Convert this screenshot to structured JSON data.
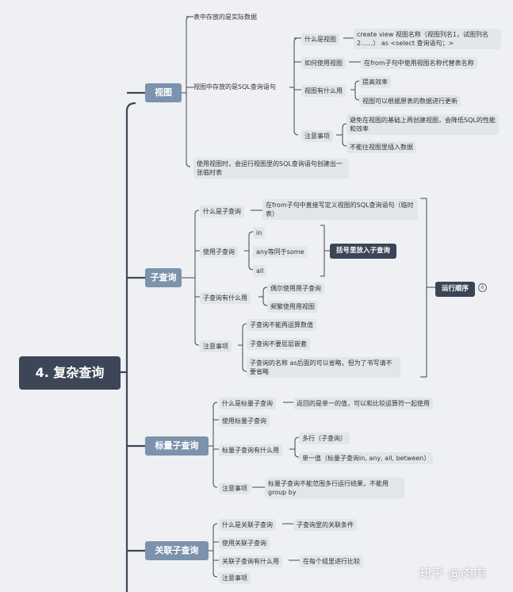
{
  "root": "4. 复杂查询",
  "branches": [
    {
      "label": "视图",
      "children": [
        {
          "label": "表中存放的是实际数据"
        },
        {
          "label": "视图中存放的是SQL查询语句",
          "children": [
            {
              "label": "什么是视图",
              "children": [
                {
                  "label": "create view 视图名称（视图列名1，试图列名2......） as <select 查询语句；>"
                }
              ]
            },
            {
              "label": "如何使用视图",
              "children": [
                {
                  "label": "在from子句中使用视图名称代替表名称"
                }
              ]
            },
            {
              "label": "视图有什么用",
              "children": [
                {
                  "label": "提高效率"
                },
                {
                  "label": "视图可以根据原表的数据进行更新"
                }
              ]
            },
            {
              "label": "注意事项",
              "children": [
                {
                  "label": "避免在视图的基础上再创建视图，会降低SQL的性能和效率"
                },
                {
                  "label": "不能往视图里插入数据"
                }
              ]
            }
          ]
        },
        {
          "label": "使用视图时，会运行视图里的SQL查询语句创建出一张临时表"
        }
      ]
    },
    {
      "label": "子查询",
      "children": [
        {
          "label": "什么是子查询",
          "children": [
            {
              "label": "在from子句中直接写定义视图的SQL查询语句（临时表）"
            }
          ]
        },
        {
          "label": "使用子查询",
          "children": [
            {
              "label": "in"
            },
            {
              "label": "any等同于some"
            },
            {
              "label": "all"
            }
          ]
        },
        {
          "label": "子查询有什么用",
          "children": [
            {
              "label": "偶尔使用用子查询"
            },
            {
              "label": "频繁使用用视图"
            }
          ]
        },
        {
          "label": "注意事项",
          "children": [
            {
              "label": "子查询不能再运算数值"
            },
            {
              "label": "子查询不要层层嵌套"
            },
            {
              "label": "子查询的名称 as后面的可以省略，但为了书写请不要省略"
            }
          ]
        }
      ],
      "summary_bracket": "括号里放入子查询",
      "summary_order": "运行顺序",
      "order_badge": "6"
    },
    {
      "label": "标量子查询",
      "children": [
        {
          "label": "什么是标量子查询",
          "children": [
            {
              "label": "返回的是单一的值，可以和比较运算符一起使用"
            }
          ]
        },
        {
          "label": "使用标量子查询"
        },
        {
          "label": "标量子查询有什么用",
          "children": [
            {
              "label": "多行（子查询）"
            },
            {
              "label": "单一值（标量子查询in, any, all, between）"
            }
          ]
        },
        {
          "label": "注意事项",
          "children": [
            {
              "label": "标量子查询不能范围多行运行结果，不能用group by"
            }
          ]
        }
      ]
    },
    {
      "label": "关联子查询",
      "children": [
        {
          "label": "什么是关联子查询",
          "children": [
            {
              "label": "子查询里的关联条件"
            }
          ]
        },
        {
          "label": "使用关联子查询"
        },
        {
          "label": "关联子查询有什么用",
          "children": [
            {
              "label": "在每个组里进行比较"
            }
          ]
        },
        {
          "label": "注意事项"
        }
      ]
    }
  ],
  "watermark": "知乎 @肉肉"
}
